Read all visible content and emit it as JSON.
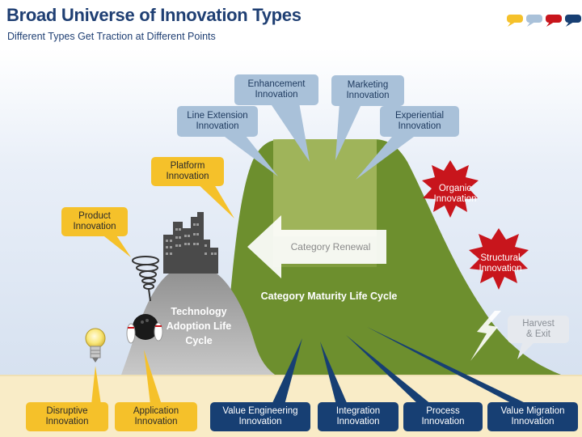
{
  "header": {
    "title": "Broad Universe of Innovation Types",
    "subtitle": "Different Types Get Traction at Different Points"
  },
  "callouts": {
    "enhancement": "Enhancement\nInnovation",
    "marketing": "Marketing\nInnovation",
    "line_extension": "Line Extension\nInnovation",
    "experiential": "Experiential\nInnovation",
    "platform": "Platform\nInnovation",
    "product": "Product\nInnovation",
    "organic": "Organic\nInnovation",
    "structural": "Structural\nInnovation",
    "harvest": "Harvest\n& Exit",
    "disruptive": "Disruptive\nInnovation",
    "application": "Application\nInnovation",
    "value_engineering": "Value Engineering\nInnovation",
    "integration": "Integration\nInnovation",
    "process": "Process\nInnovation",
    "value_migration": "Value Migration\nInnovation"
  },
  "diagram": {
    "category_renewal": "Category Renewal",
    "maturity_label": "Category Maturity Life Cycle",
    "adoption_label": "Technology\nAdoption Life\nCycle"
  },
  "colors": {
    "blue_bubble": "#a9c1d9",
    "yellow_bubble": "#f5c12a",
    "navy_bubble": "#173f73",
    "red_star": "#c8151c",
    "green_hill": "#6d8f2e",
    "gray_hill": "#b9b9b9",
    "ground": "#f9ecc7"
  },
  "icons": [
    "speech-bubble-yellow-icon",
    "speech-bubble-blue-icon",
    "speech-bubble-red-icon",
    "speech-bubble-navy-icon",
    "city-skyline-icon",
    "tornado-icon",
    "bowling-ball-icon",
    "light-bulb-icon",
    "lightning-bolt-icon"
  ]
}
